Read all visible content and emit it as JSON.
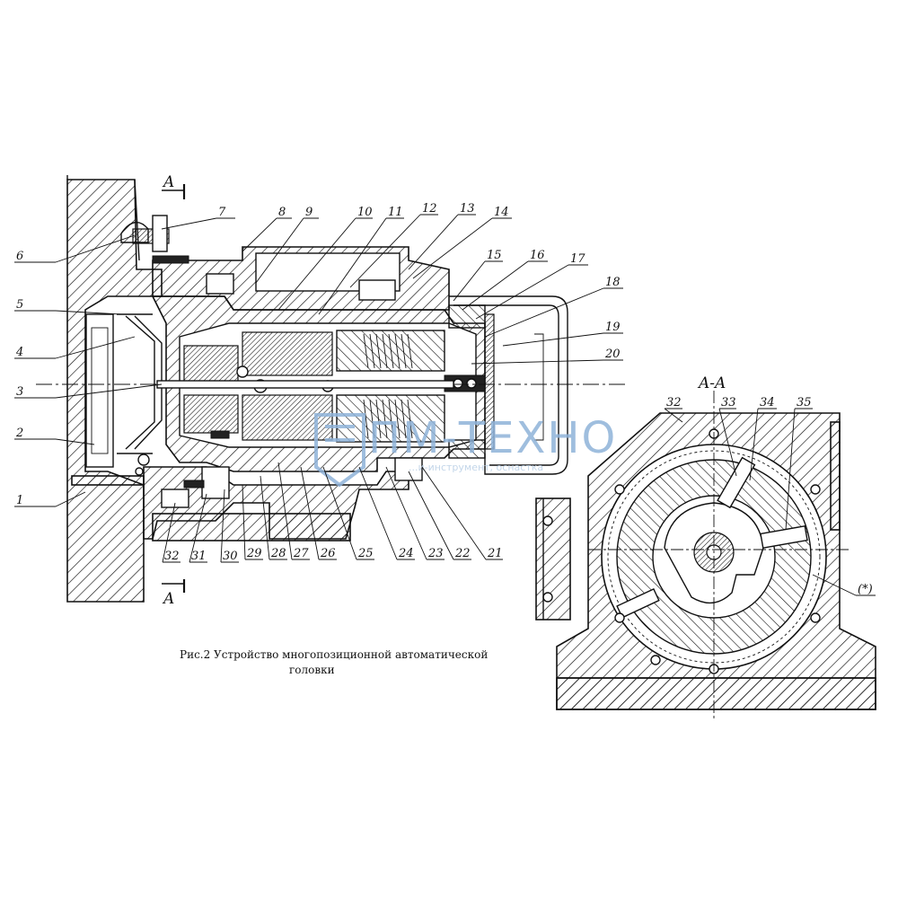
{
  "callouts_main": [
    "1",
    "2",
    "3",
    "4",
    "5",
    "6",
    "7",
    "8",
    "9",
    "10",
    "11",
    "12",
    "13",
    "14",
    "15",
    "16",
    "17",
    "18",
    "19",
    "20",
    "21",
    "22",
    "23",
    "24",
    "25",
    "26",
    "27",
    "28",
    "29",
    "30",
    "31",
    "32"
  ],
  "callouts_section": [
    "32",
    "33",
    "34",
    "35",
    "(*)"
  ],
  "section_marks": {
    "top": "A",
    "bottom": "A",
    "section_title": "A-A"
  },
  "caption": {
    "line1": "Рис.2 Устройство многопозиционной автоматической",
    "line2": "головки"
  },
  "watermark": {
    "logo_text": "ПМ-ТЕХНО",
    "sub_text": "...и-инструмент, оснастка"
  },
  "colors": {
    "ink": "#111111",
    "watermark": "#8fb3d9",
    "paper": "#ffffff"
  }
}
